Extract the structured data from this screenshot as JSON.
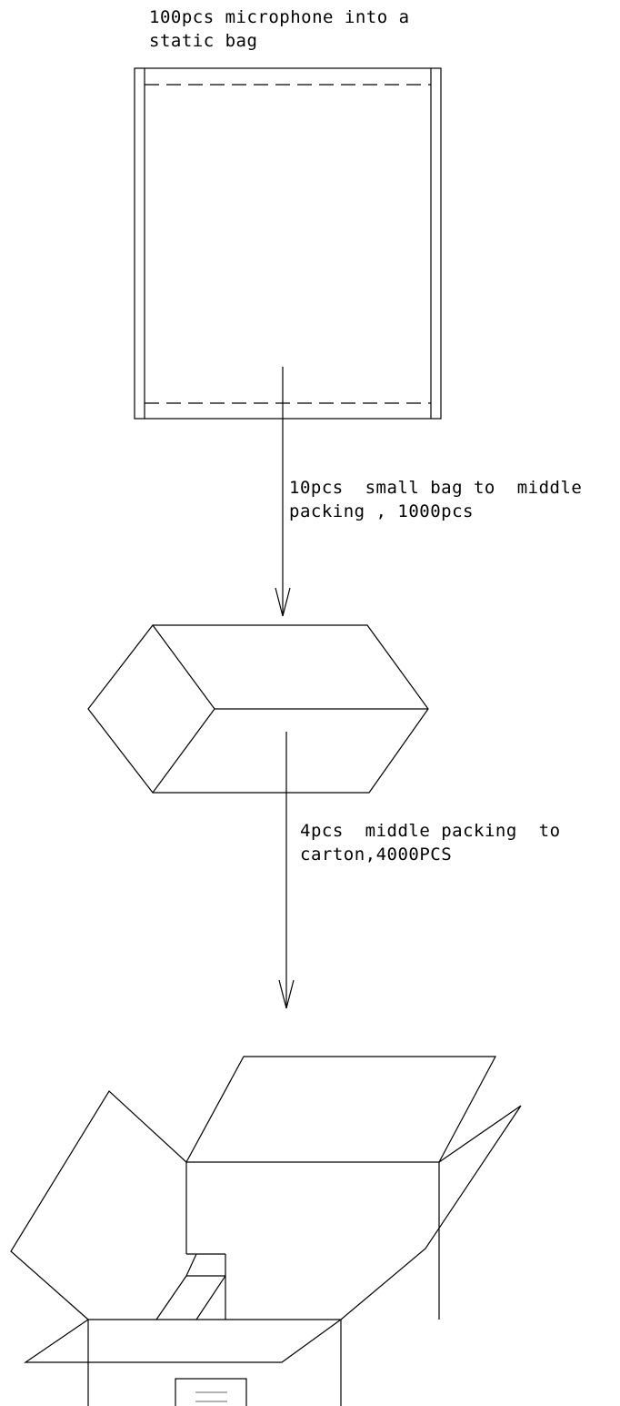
{
  "steps": [
    {
      "label_line1": "100pcs microphone into a",
      "label_line2": "static bag"
    },
    {
      "label_line1": "10pcs  small bag to  middle",
      "label_line2": "packing , 1000pcs"
    },
    {
      "label_line1": "4pcs  middle packing  to",
      "label_line2": "carton,4000PCS"
    }
  ],
  "colors": {
    "line": "#000000",
    "background": "#ffffff"
  },
  "icons": [
    "static-bag-drawing",
    "middle-packing-box-drawing",
    "open-carton-drawing",
    "down-arrow"
  ]
}
